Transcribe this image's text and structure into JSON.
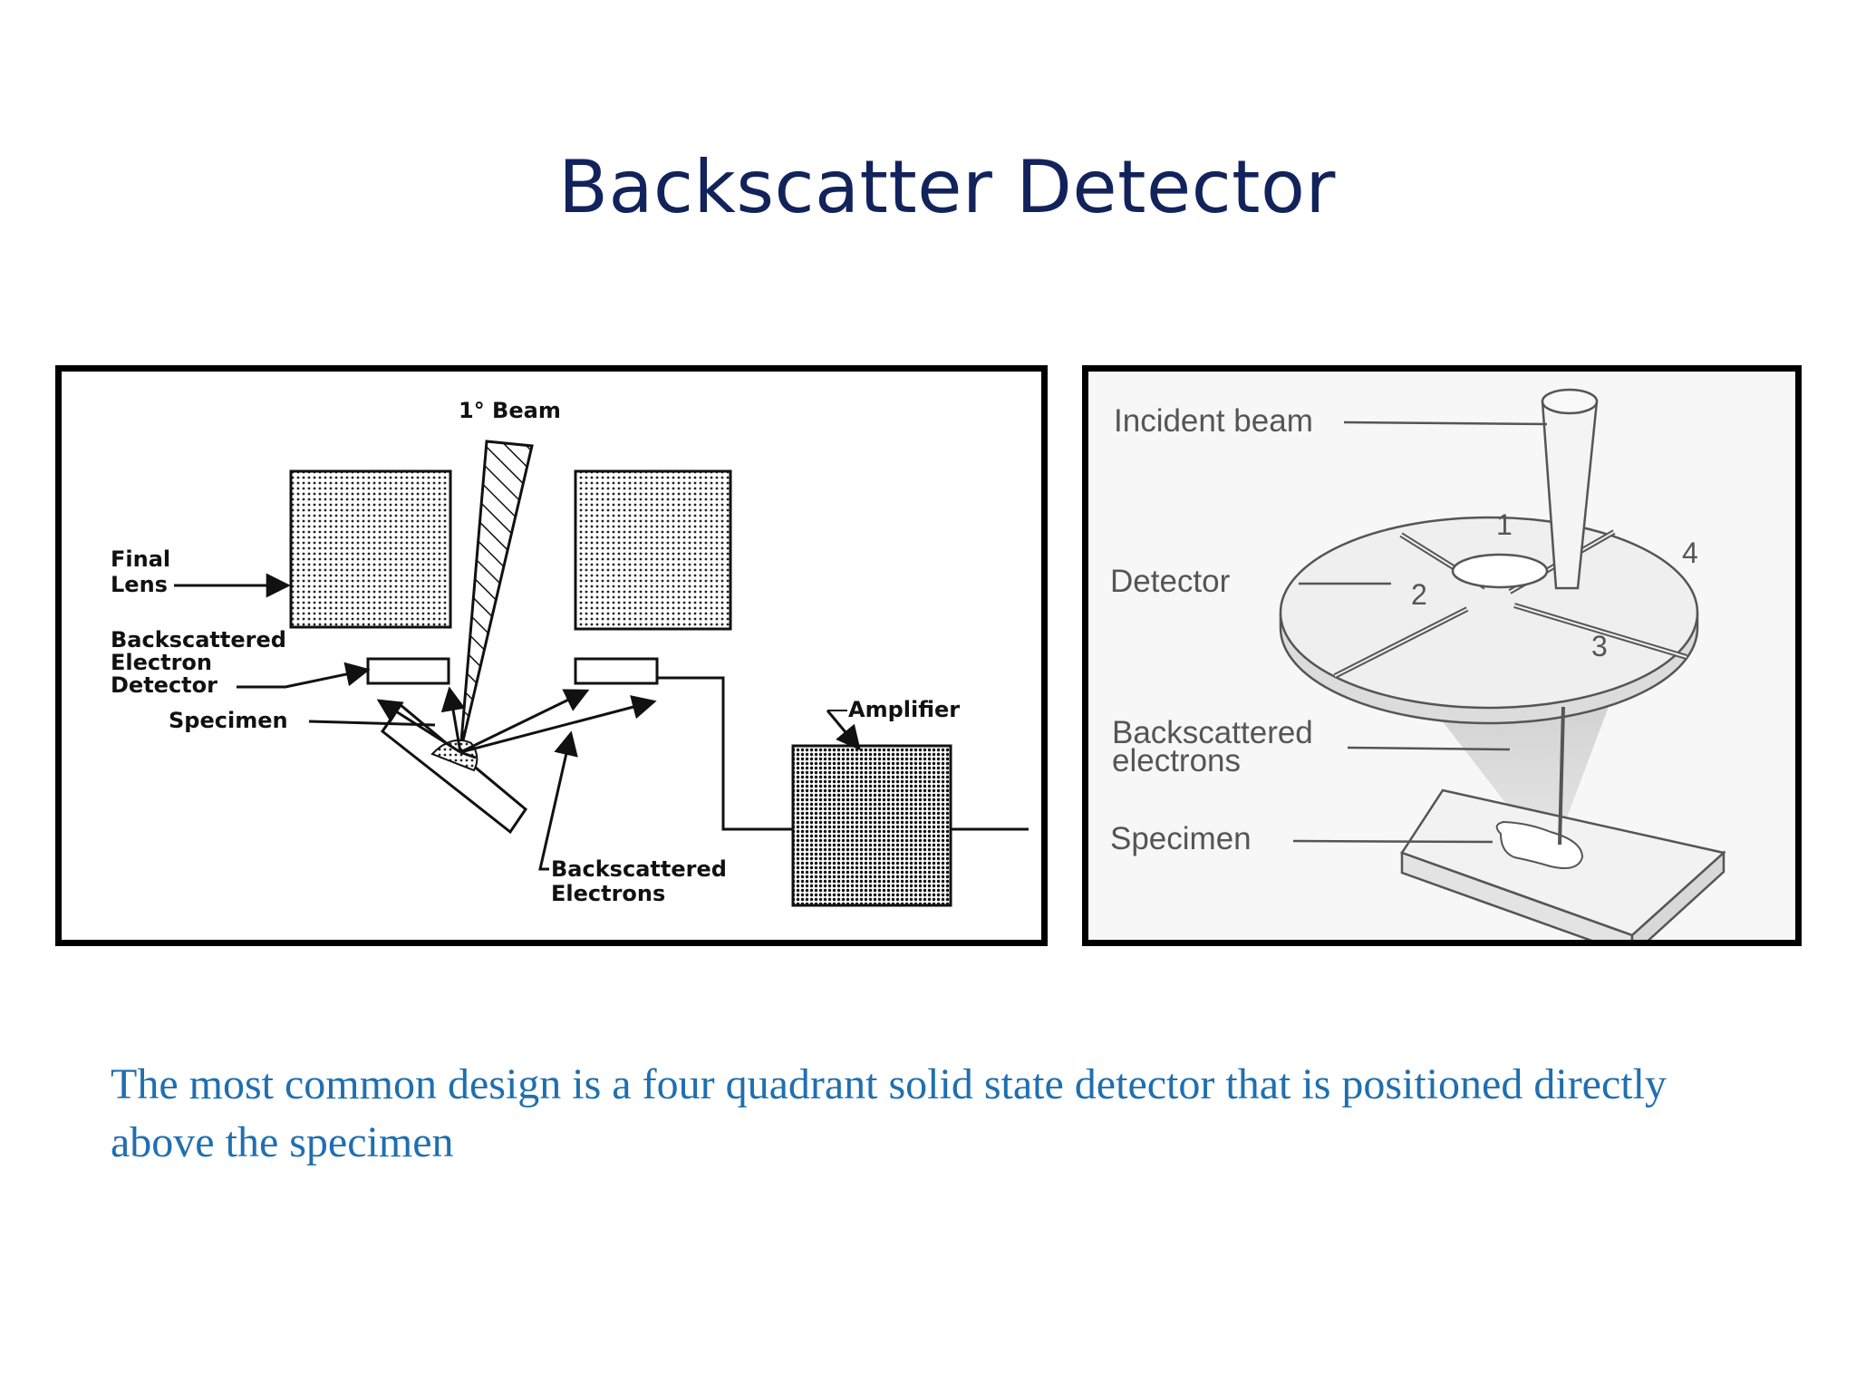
{
  "title": "Backscatter Detector",
  "left_diagram": {
    "beam_label": "1° Beam",
    "final_lens_label": [
      "Final",
      "Lens"
    ],
    "detector_label": [
      "Backscattered",
      "Electron",
      "Detector"
    ],
    "specimen_label": "Specimen",
    "amplifier_label": "Amplifier",
    "electrons_label": [
      "Backscattered",
      "Electrons"
    ]
  },
  "right_diagram": {
    "incident_beam_label": "Incident beam",
    "detector_label": "Detector",
    "electrons_label": [
      "Backscattered",
      "electrons"
    ],
    "specimen_label": "Specimen",
    "quadrants": [
      "1",
      "2",
      "3",
      "4"
    ]
  },
  "caption": "The most common design is a four quadrant solid state detector that is positioned directly above the specimen"
}
